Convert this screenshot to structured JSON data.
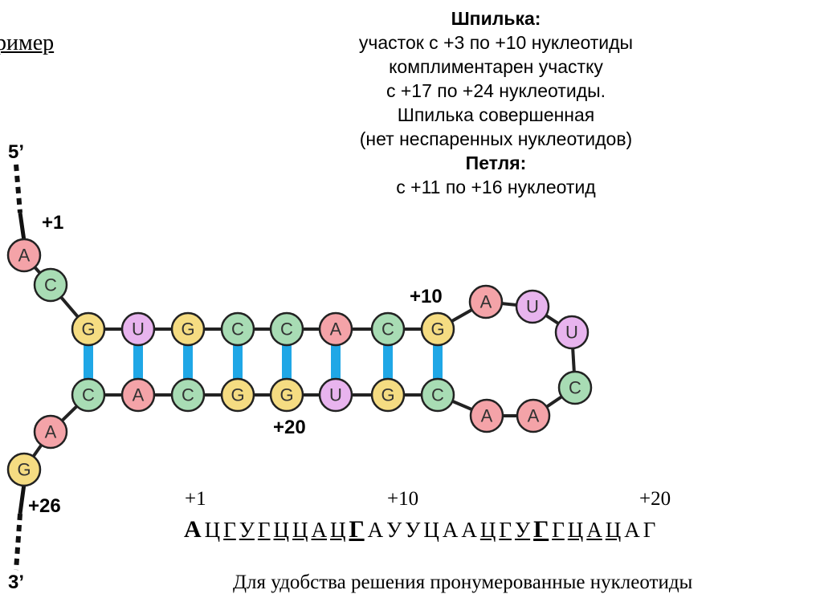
{
  "heading": "ример",
  "info": {
    "hairpin_title": "Шпилька:",
    "hairpin_lines": [
      "участок с +3 по +10 нуклеотиды",
      "комплиментарен участку",
      "с +17 по +24 нуклеотиды.",
      "Шпилька совершенная",
      "(нет неспаренных нуклеотидов)"
    ],
    "loop_title": "Петля:",
    "loop_line": "с +11 по +16 нуклеотид"
  },
  "diagram": {
    "end5_label": "5’",
    "end3_label": "3’",
    "pos_labels": [
      "+1",
      "+10",
      "+20",
      "+26"
    ],
    "colors": {
      "A": "#f4a3a8",
      "C": "#a8dcb4",
      "G": "#f5dc82",
      "U": "#e8b4ee",
      "pair_bond": "#1fa7e6",
      "backbone": "#222222"
    },
    "nucleotides": [
      "A",
      "C",
      "G",
      "U",
      "G",
      "C",
      "C",
      "A",
      "C",
      "G",
      "A",
      "U",
      "U",
      "C",
      "A",
      "A",
      "C",
      "G",
      "U",
      "G",
      "G",
      "C",
      "A",
      "C",
      "A",
      "G"
    ]
  },
  "sequence": {
    "positions": [
      "+1",
      "+10",
      "+20"
    ],
    "letters": [
      {
        "t": "А",
        "bold": true,
        "u": false
      },
      {
        "t": "Ц",
        "bold": false,
        "u": false
      },
      {
        "t": "Г",
        "bold": false,
        "u": true
      },
      {
        "t": "У",
        "bold": false,
        "u": true
      },
      {
        "t": "Г",
        "bold": false,
        "u": true
      },
      {
        "t": "Ц",
        "bold": false,
        "u": true
      },
      {
        "t": "Ц",
        "bold": false,
        "u": true
      },
      {
        "t": "А",
        "bold": false,
        "u": true
      },
      {
        "t": "Ц",
        "bold": false,
        "u": true
      },
      {
        "t": "Г",
        "bold": true,
        "u": true
      },
      {
        "t": "А",
        "bold": false,
        "u": false
      },
      {
        "t": "У",
        "bold": false,
        "u": false
      },
      {
        "t": "У",
        "bold": false,
        "u": false
      },
      {
        "t": "Ц",
        "bold": false,
        "u": false
      },
      {
        "t": "А",
        "bold": false,
        "u": false
      },
      {
        "t": "А",
        "bold": false,
        "u": false
      },
      {
        "t": "Ц",
        "bold": false,
        "u": true
      },
      {
        "t": "Г",
        "bold": false,
        "u": true
      },
      {
        "t": "У",
        "bold": false,
        "u": true
      },
      {
        "t": "Г",
        "bold": true,
        "u": true
      },
      {
        "t": "Г",
        "bold": false,
        "u": true
      },
      {
        "t": "Ц",
        "bold": false,
        "u": true
      },
      {
        "t": "А",
        "bold": false,
        "u": true
      },
      {
        "t": "Ц",
        "bold": false,
        "u": true
      },
      {
        "t": "А",
        "bold": false,
        "u": false
      },
      {
        "t": "Г",
        "bold": false,
        "u": false
      }
    ]
  },
  "footnote": "Для удобства решения пронумерованные нуклеотиды"
}
